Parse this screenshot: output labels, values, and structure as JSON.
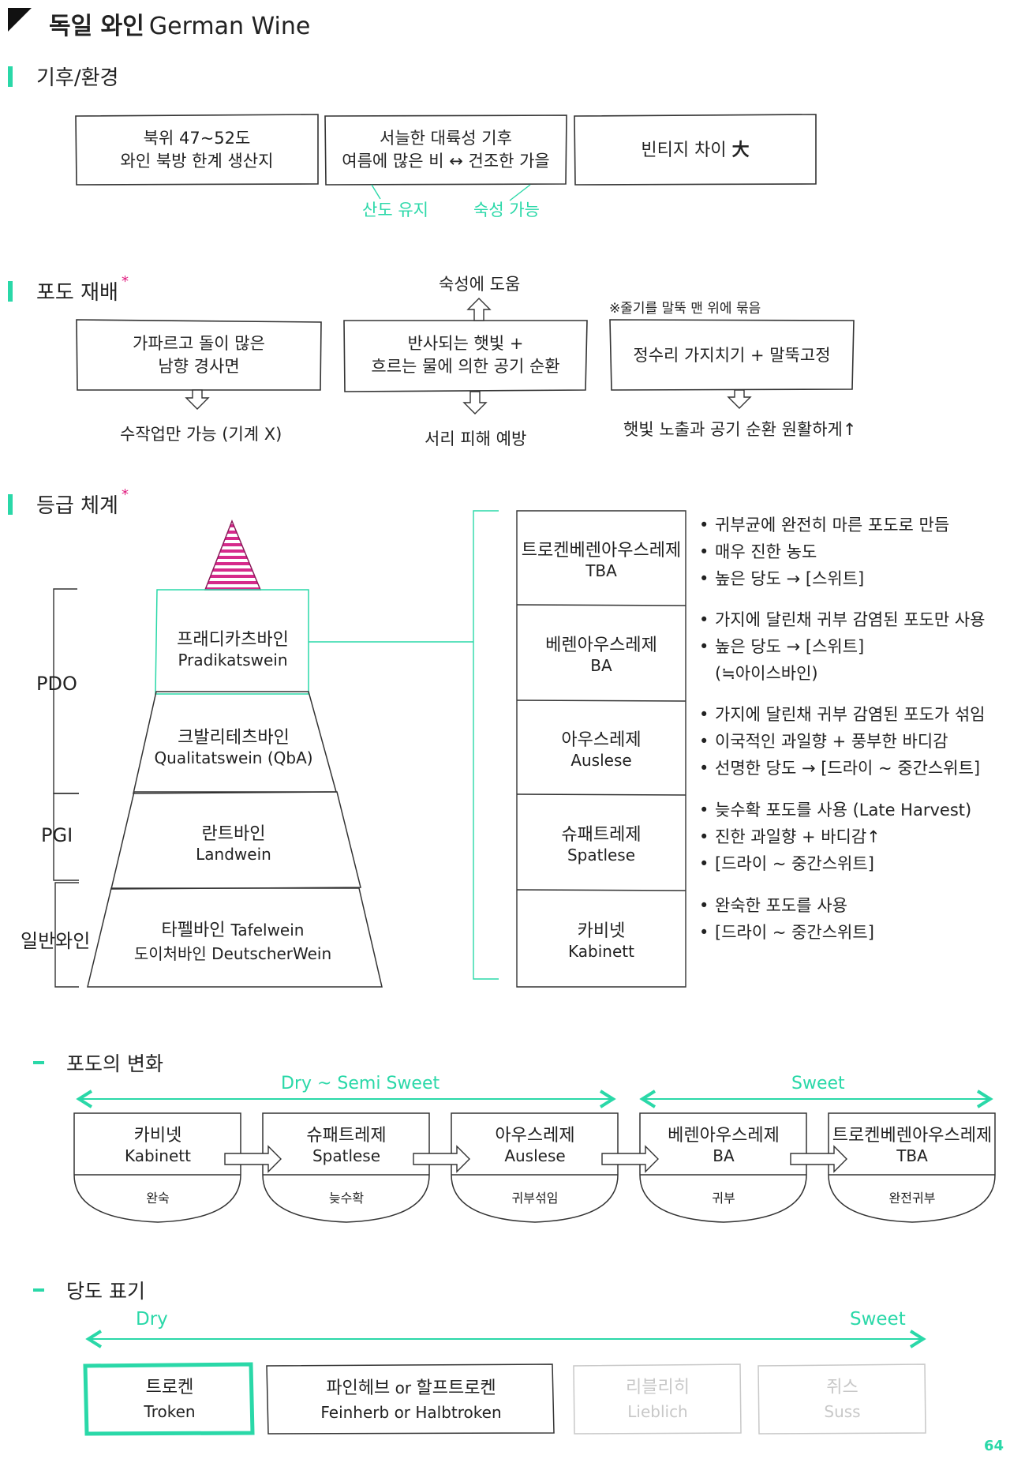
{
  "header": {
    "title_ko": "독일 와인",
    "title_en": "German Wine"
  },
  "climate": {
    "heading": "기후/환경",
    "boxes": [
      {
        "line1": "북위 47~52도",
        "line2": "와인 북방 한계 생산지"
      },
      {
        "line1": "서늘한 대륙성 기후",
        "line2": "여름에 많은 비 ↔ 건조한 가을"
      },
      {
        "line1": "빈티지 차이 ",
        "line1_strong": "大"
      }
    ],
    "notes": [
      "산도 유지",
      "숙성 가능"
    ]
  },
  "cultivation": {
    "heading": "포도 재배",
    "star": "*",
    "boxes": [
      {
        "line1": "가파르고 돌이 많은",
        "line2": "남향 경사면"
      },
      {
        "line1": "반사되는 햇빛 +",
        "line2": "흐르는 물에 의한 공기 순환"
      },
      {
        "line1": "정수리 가지치기 + 말뚝고정"
      }
    ],
    "top_note": "숙성에 도움",
    "side_note": "※줄기를 말뚝 맨 위에 묶음",
    "results": [
      "수작업만 가능 (기계 X)",
      "서리 피해 예방",
      "햇빛 노출과 공기 순환 원활하게↑"
    ]
  },
  "classification": {
    "heading": "등급 체계",
    "star": "*",
    "side_labels": [
      "PDO",
      "PGI",
      "일반와인"
    ],
    "pyramid": [
      {
        "ko": "프래디카츠바인",
        "en": "Pradikatswein"
      },
      {
        "ko": "크발리테츠바인",
        "en": "Qualitatswein (QbA)"
      },
      {
        "ko": "란트바인",
        "en": "Landwein"
      },
      {
        "ko": "타펠바인",
        "ko_en": "Tafelwein",
        "line2": "도이처바인 DeutscherWein"
      }
    ],
    "grades": [
      {
        "ko": "트로켄베렌아우스레제",
        "en": "TBA",
        "desc": [
          "귀부균에 완전히 마른 포도로 만듬",
          "매우 진한 농도",
          "높은 당도 → [스위트]"
        ]
      },
      {
        "ko": "베렌아우스레제",
        "en": "BA",
        "desc": [
          "가지에 달린채 귀부 감염된 포도만 사용",
          "높은 당도 → [스위트]"
        ],
        "cont": "(≒아이스바인)"
      },
      {
        "ko": "아우스레제",
        "en": "Auslese",
        "desc": [
          "가지에 달린채 귀부 감염된 포도가 섞임",
          "이국적인 과일향 + 풍부한 바디감",
          "선명한 당도 → [드라이 ~ 중간스위트]"
        ]
      },
      {
        "ko": "슈패트레제",
        "en": "Spatlese",
        "desc": [
          "늦수확 포도를 사용 (Late Harvest)",
          "진한 과일향 + 바디감↑",
          "[드라이 ~ 중간스위트]"
        ]
      },
      {
        "ko": "카비넷",
        "en": "Kabinett",
        "desc": [
          "완숙한 포도를 사용",
          "[드라이 ~ 중간스위트]"
        ]
      }
    ]
  },
  "grape_change": {
    "heading": "포도의 변화",
    "range_labels": [
      "Dry ~ Semi Sweet",
      "Sweet"
    ],
    "stages": [
      {
        "ko": "카비넷",
        "en": "Kabinett",
        "state": "완숙"
      },
      {
        "ko": "슈패트레제",
        "en": "Spatlese",
        "state": "늦수확"
      },
      {
        "ko": "아우스레제",
        "en": "Auslese",
        "state": "귀부섞임"
      },
      {
        "ko": "베렌아우스레제",
        "en": "BA",
        "state": "귀부"
      },
      {
        "ko": "트로켄베렌아우스레제",
        "en": "TBA",
        "state": "완전귀부"
      }
    ]
  },
  "sweetness": {
    "heading": "당도 표기",
    "axis": [
      "Dry",
      "Sweet"
    ],
    "levels": [
      {
        "ko": "트로켄",
        "en": "Troken"
      },
      {
        "ko": "파인헤브",
        "ko_or": " or ",
        "ko2": "할프트로켄",
        "en": "Feinherb or Halbtroken"
      },
      {
        "ko": "리블리히",
        "en": "Lieblich"
      },
      {
        "ko": "쥐스",
        "en": "Suss"
      }
    ]
  },
  "page_number": "64",
  "colors": {
    "accent": "#2ad8a8",
    "pink": "#e0197d",
    "faded": "#c8c8c8"
  }
}
